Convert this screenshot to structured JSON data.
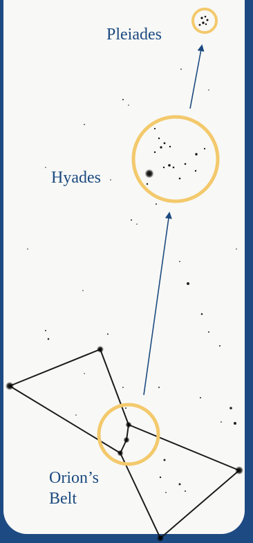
{
  "labels": {
    "pleiades": "Pleiades",
    "hyades": "Hyades",
    "orions_belt": "Orion’s Belt"
  },
  "colors": {
    "frame": "#1d4a83",
    "panel": "#f8f8f6",
    "label_text": "#1b4a80",
    "ring": "#f3c96c",
    "arrow": "#1b4a80",
    "constellation_line": "#1a1a1a",
    "star": "#111111"
  }
}
